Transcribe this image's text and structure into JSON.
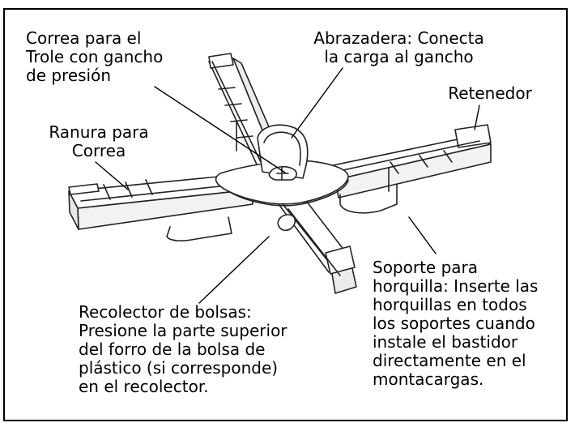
{
  "labels": {
    "strap": "Correa para el\nTrole con gancho\nde presión",
    "clamp": "Abrazadera: Conecta\nla carga al gancho",
    "retainer": "Retenedor",
    "strap_slot": "Ranura para\nCorrea",
    "bag_collector": "Recolector de bolsas:\nPresione la parte superior\ndel forro de la bolsa de\nplástico (si corresponde)\nen el recolector.",
    "fork_support": "Soporte para\nhorquilla: Inserte las\nhorquillas en todos\nlos soportes cuando\ninstale el bastidor\ndirectamente en el\nmontacargas."
  }
}
